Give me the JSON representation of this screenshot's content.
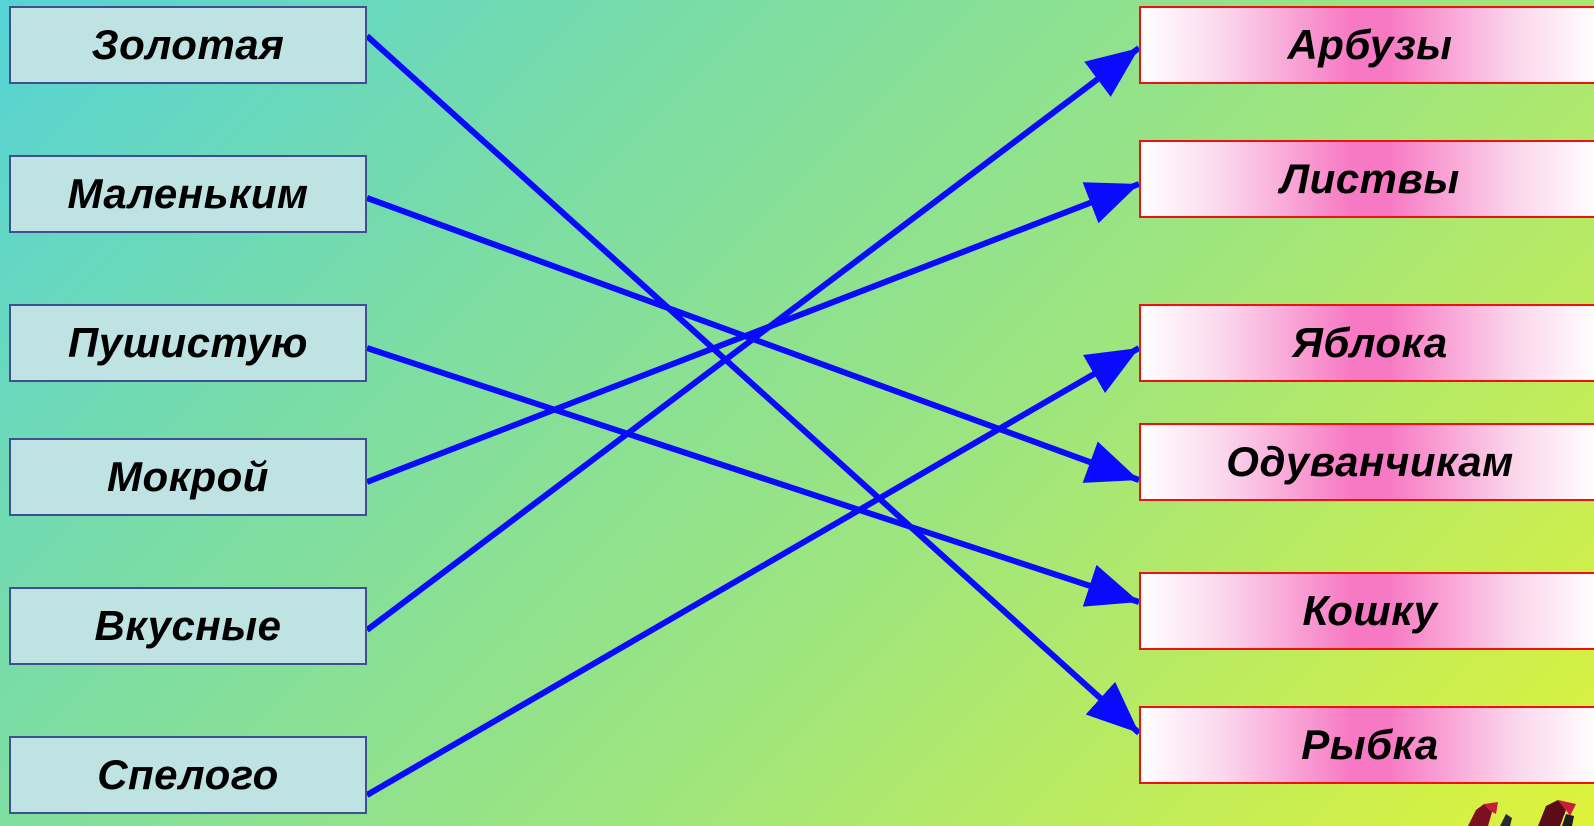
{
  "colors": {
    "connector": "#0a0aff",
    "left_box_fill": "#bfe3e3",
    "left_box_border": "#3f4f8f",
    "right_box_border": "#ee1111",
    "right_box_accent": "#f779c3"
  },
  "left_words": [
    "Золотая",
    "Маленьким",
    "Пушистую",
    "Мокрой",
    "Вкусные",
    "Спелого"
  ],
  "right_words": [
    "Арбузы",
    "Листвы",
    "Яблока",
    "Одуванчикам",
    "Кошку",
    "Рыбка"
  ],
  "connections": [
    {
      "from": "Золотая",
      "to": "Рыбка"
    },
    {
      "from": "Маленьким",
      "to": "Одуванчикам"
    },
    {
      "from": "Пушистую",
      "to": "Кошку"
    },
    {
      "from": "Мокрой",
      "to": "Листвы"
    },
    {
      "from": "Вкусные",
      "to": "Арбузы"
    },
    {
      "from": "Спелого",
      "to": "Яблока"
    }
  ],
  "decoration": "butterfly-icon"
}
